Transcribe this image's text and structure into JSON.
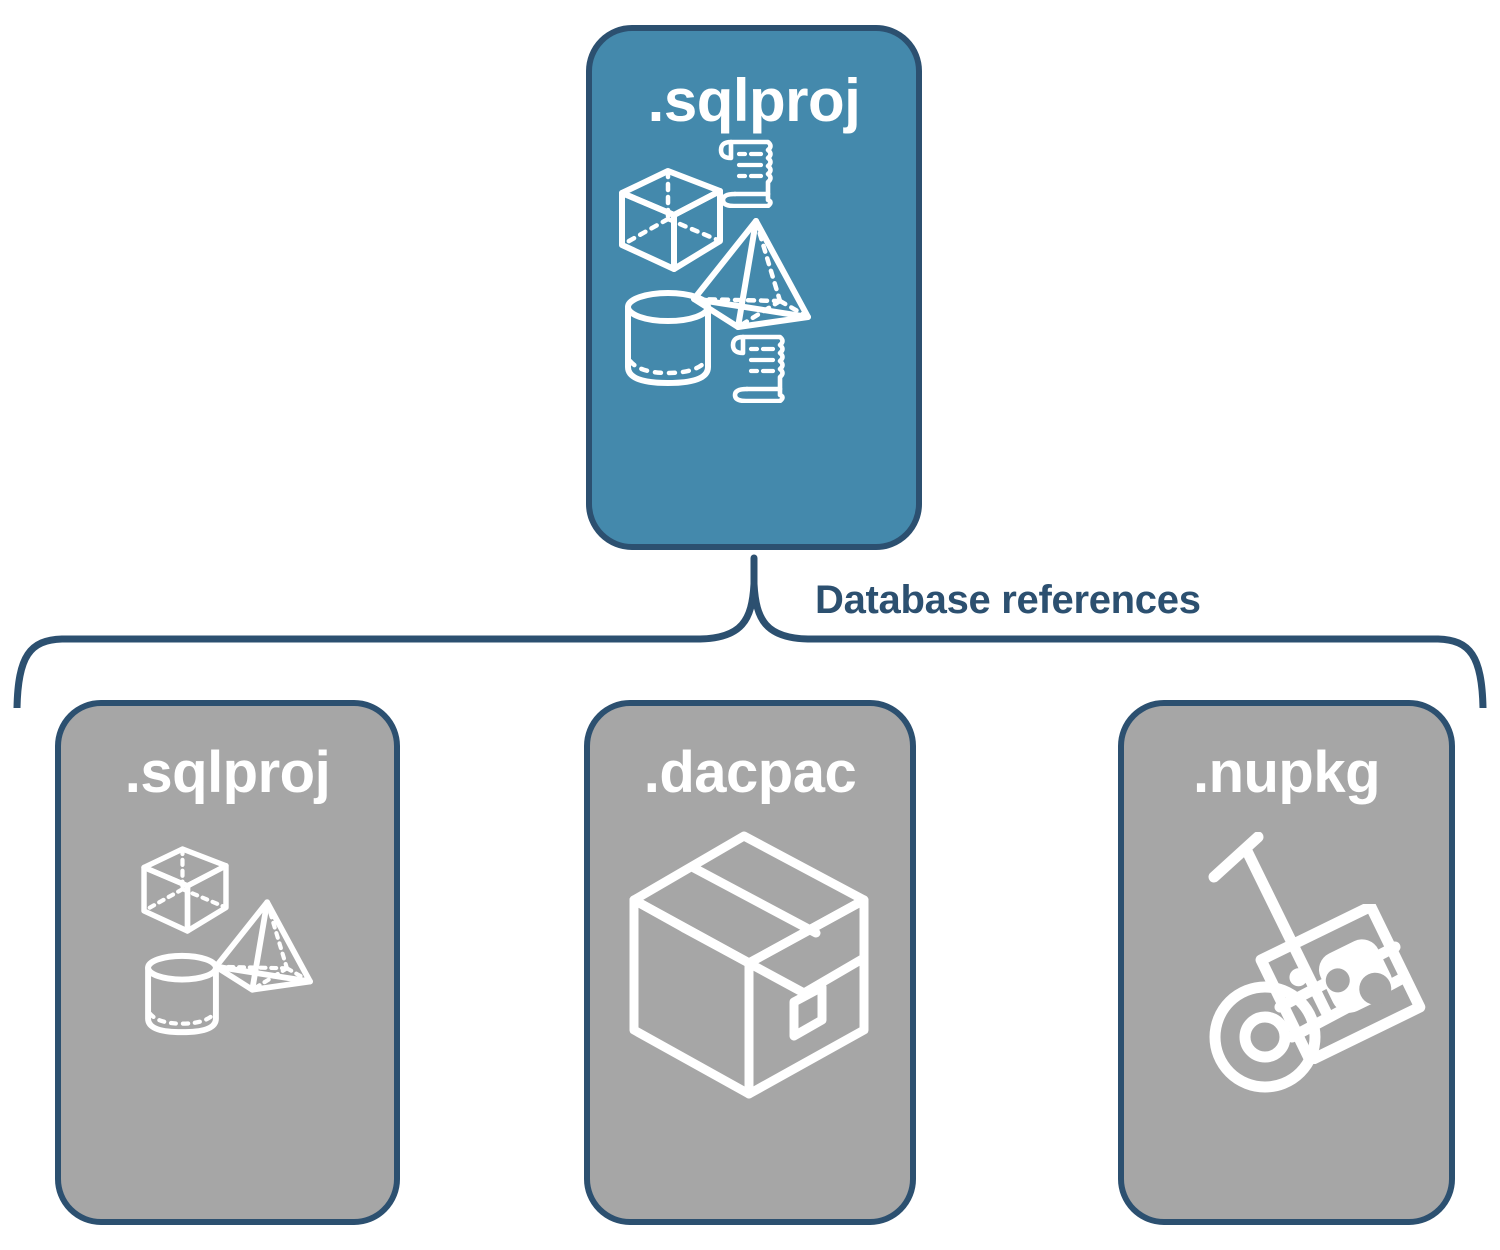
{
  "diagram": {
    "title_node": {
      "label": ".sqlproj",
      "fill": "#4489ac",
      "border": "#2c5070",
      "text_color": "#ffffff",
      "icons": [
        "cube-icon",
        "scroll-icon",
        "pyramid-icon",
        "cylinder-icon",
        "scroll-icon"
      ]
    },
    "connector": {
      "label": "Database references",
      "color": "#2c5070",
      "style": "curly-brace"
    },
    "reference_nodes": [
      {
        "label": ".sqlproj",
        "fill": "#a6a6a6",
        "border": "#2c5070",
        "text_color": "#ffffff",
        "icons": [
          "cube-icon",
          "pyramid-icon",
          "cylinder-icon"
        ]
      },
      {
        "label": ".dacpac",
        "fill": "#a6a6a6",
        "border": "#2c5070",
        "text_color": "#ffffff",
        "icons": [
          "package-box-icon"
        ]
      },
      {
        "label": ".nupkg",
        "fill": "#a6a6a6",
        "border": "#2c5070",
        "text_color": "#ffffff",
        "icons": [
          "hand-truck-icon",
          "nuget-package-icon"
        ]
      }
    ]
  }
}
